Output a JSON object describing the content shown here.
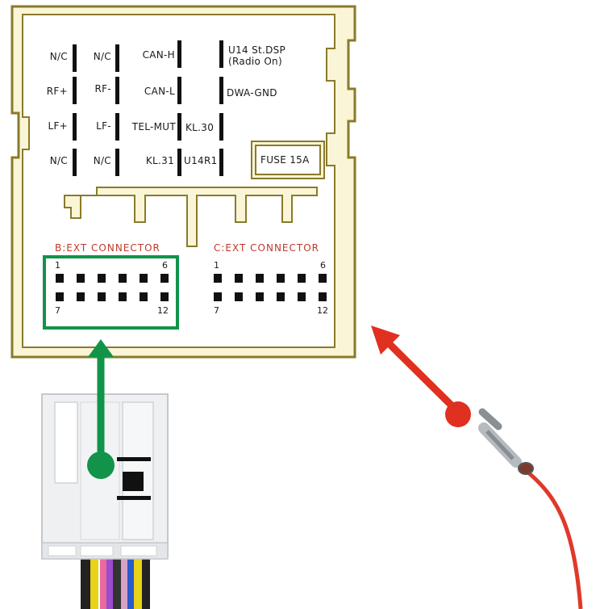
{
  "colors": {
    "frame": "#f9f5d6",
    "frame_border": "#8a7a2a",
    "header_red": "#c0392b",
    "green_accent": "#119449",
    "red_accent": "#e03020"
  },
  "pins": {
    "n_c_1": "N/C",
    "n_c_2": "N/C",
    "can_h": "CAN-H",
    "u14_line1": "U14 St.DSP",
    "u14_line2": "(Radio On)",
    "rf_plus": "RF+",
    "rf_minus": "RF-",
    "can_l": "CAN-L",
    "dwa_gnd": "DWA-GND",
    "lf_plus": "LF+",
    "lf_minus": "LF-",
    "tel_mut": "TEL-MUT",
    "kl30": "KL.30",
    "n_c_3": "N/C",
    "n_c_4": "N/C",
    "kl31": "KL.31",
    "u14r1": "U14R1"
  },
  "fuse": "FUSE 15A",
  "connector_b": {
    "title": "B:EXT CONNECTOR",
    "n1": "1",
    "n6": "6",
    "n7": "7",
    "n12": "12"
  },
  "connector_c": {
    "title": "C:EXT CONNECTOR",
    "n1": "1",
    "n6": "6",
    "n7": "7",
    "n12": "12"
  },
  "photos": {
    "plug": "white-connector-plug",
    "pin": "crimped-pin-with-red-wire"
  }
}
